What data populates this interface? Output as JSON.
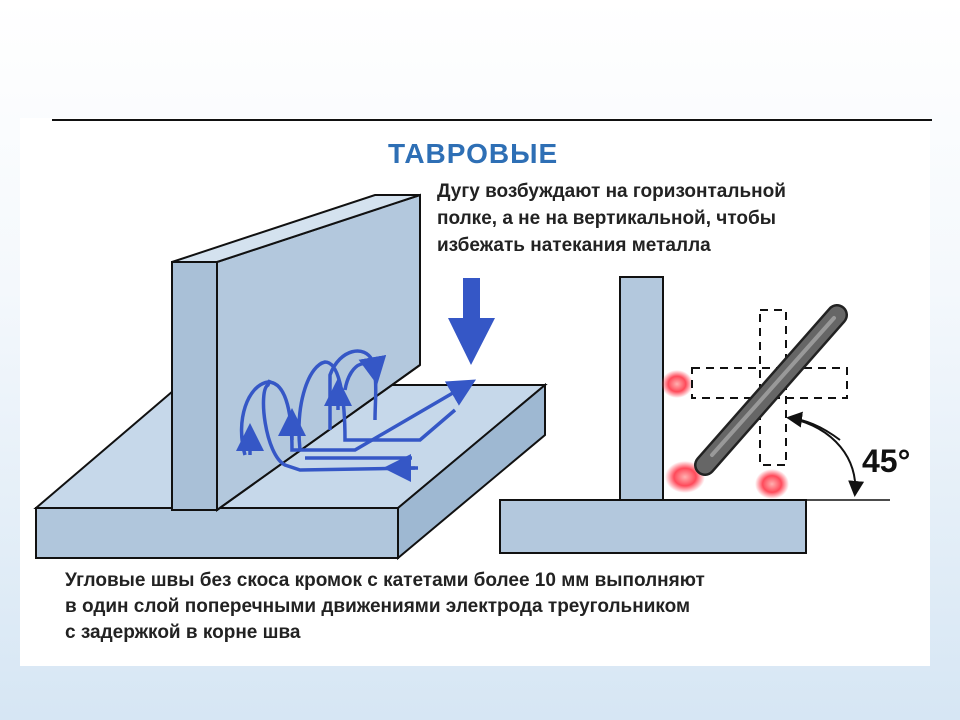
{
  "title": "ТАВРОВЫЕ",
  "note_lines": [
    "Дугу возбуждают на горизонтальной",
    "полке, а не на вертикальной, чтобы",
    "избежать натекания металла"
  ],
  "angle_label": "45°",
  "caption_lines": [
    "Угловые швы без скоса кромок с катетами более 10 мм выполняют",
    "в один слой  поперечными  движениями электрода треугольником",
    "с задержкой в корне шва"
  ],
  "colors": {
    "title": "#2e6fb5",
    "plate_fill": "#b3c8dd",
    "arrow_blue": "#3557c6",
    "weld_glow": "#ff4a5a",
    "electrode": "#555555"
  }
}
